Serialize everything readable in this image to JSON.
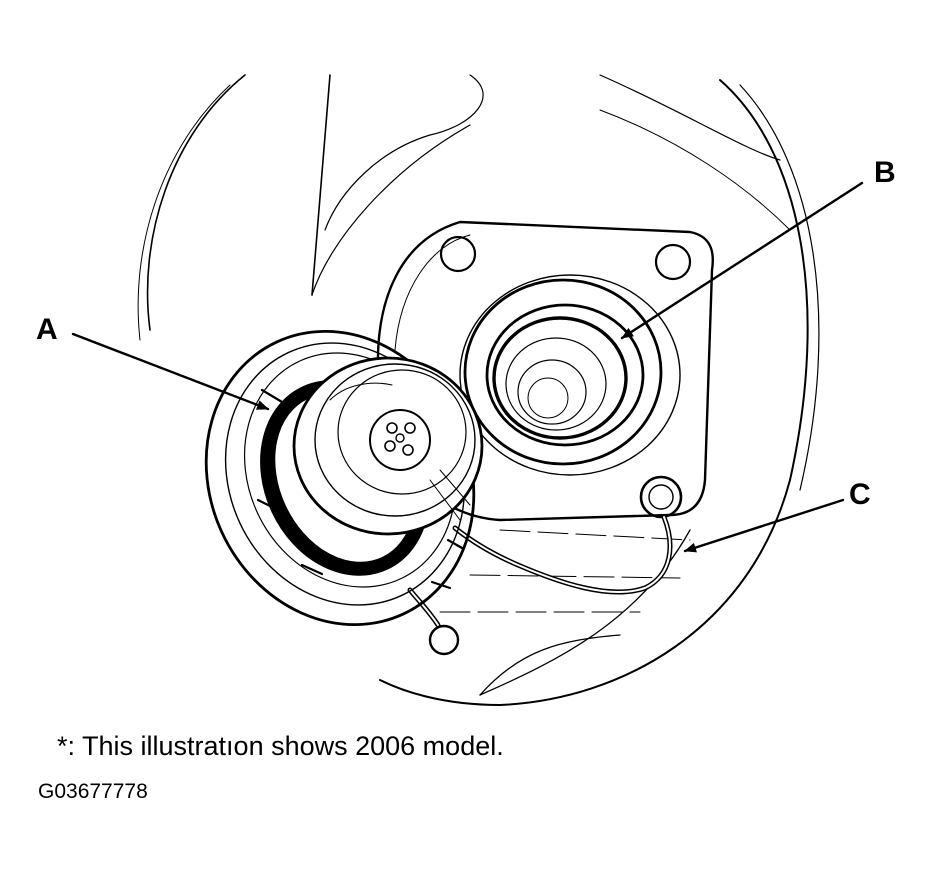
{
  "labels": {
    "a": "A",
    "b": "B",
    "c": "C"
  },
  "caption": "*: This illustratıon shows 2006 model.",
  "figure_id": "G03677778",
  "colors": {
    "ink": "#000000",
    "paper": "#ffffff"
  }
}
